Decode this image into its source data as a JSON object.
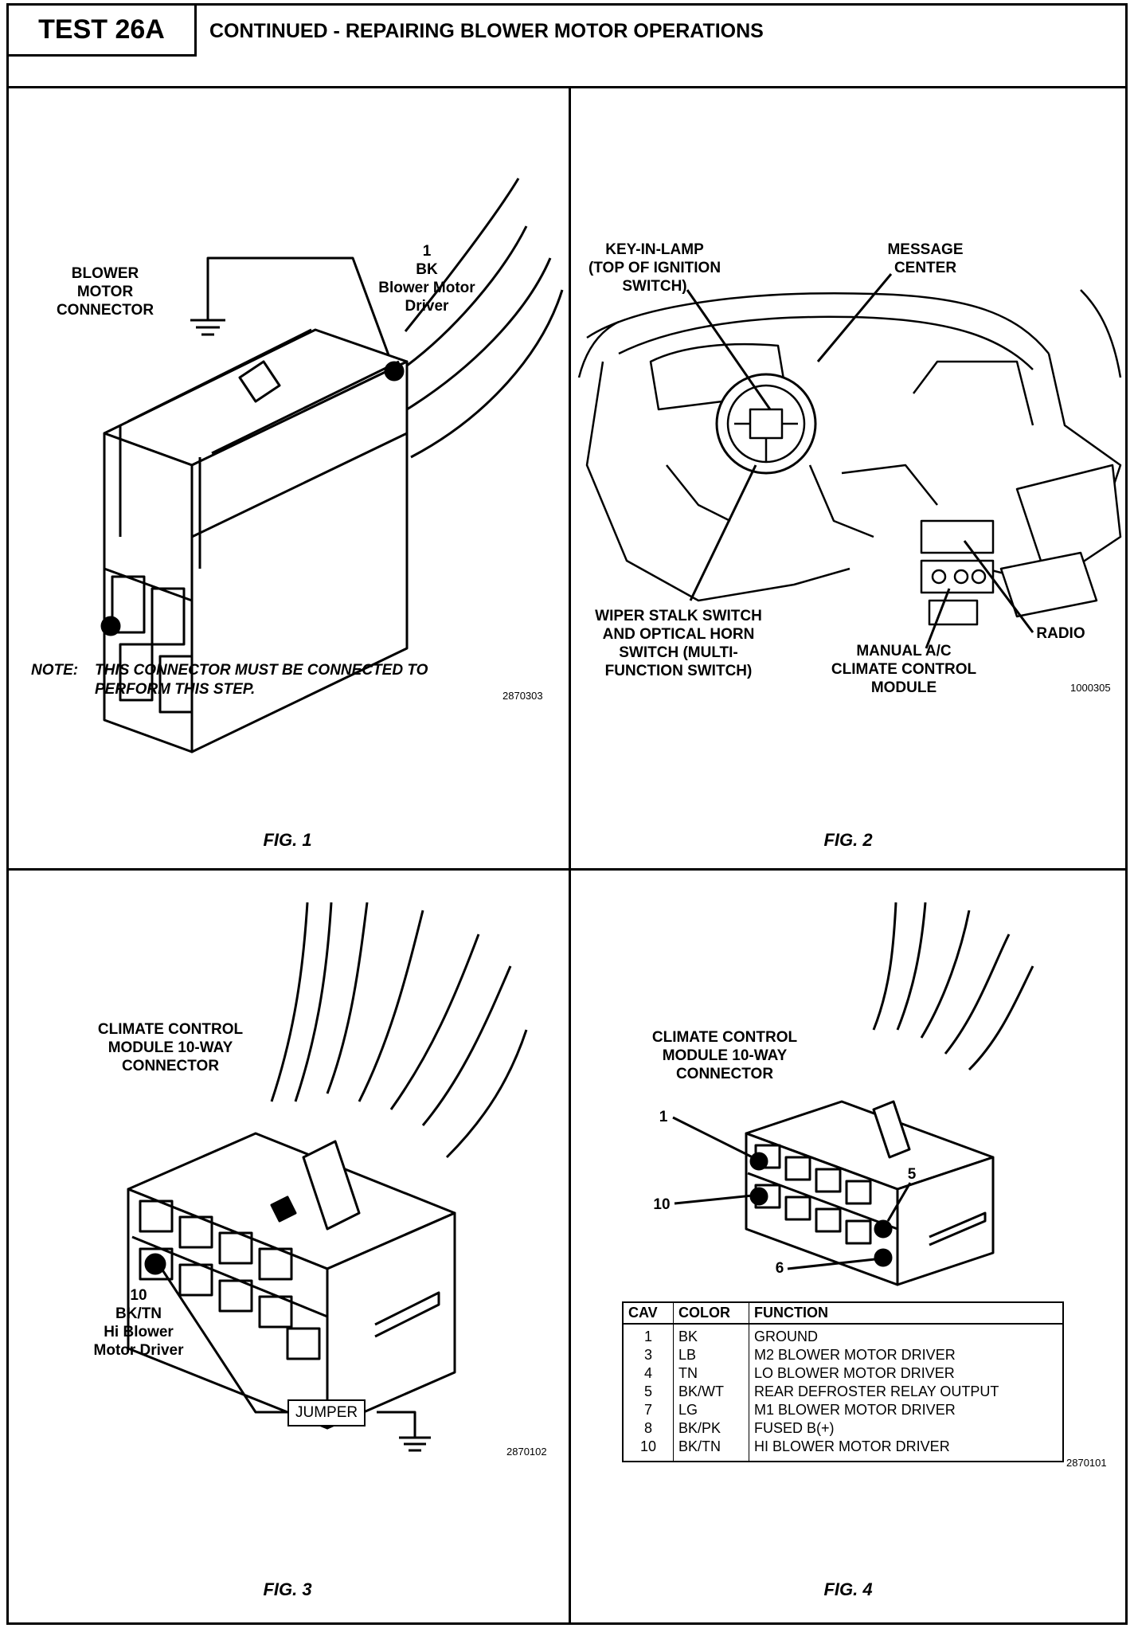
{
  "header": {
    "test_id": "TEST 26A",
    "title": "CONTINUED - REPAIRING BLOWER MOTOR OPERATIONS"
  },
  "fig1": {
    "connector_label": [
      "BLOWER",
      "MOTOR",
      "CONNECTOR"
    ],
    "pin_label": [
      "1",
      "BK",
      "Blower Motor",
      "Driver"
    ],
    "note_label": "NOTE:",
    "note_lines": [
      "THIS CONNECTOR MUST BE CONNECTED TO",
      "PERFORM THIS STEP."
    ],
    "image_id": "2870303",
    "caption": "FIG. 1"
  },
  "fig2": {
    "key_in_lamp": [
      "KEY-IN-LAMP",
      "(TOP OF IGNITION",
      "SWITCH)"
    ],
    "message_center": [
      "MESSAGE",
      "CENTER"
    ],
    "wiper_switch": [
      "WIPER STALK SWITCH",
      "AND OPTICAL HORN",
      "SWITCH (MULTI-",
      "FUNCTION SWITCH)"
    ],
    "radio": "RADIO",
    "climate_module": [
      "MANUAL A/C",
      "CLIMATE CONTROL",
      "MODULE"
    ],
    "image_id": "1000305",
    "caption": "FIG. 2"
  },
  "fig3": {
    "connector_label": [
      "CLIMATE CONTROL",
      "MODULE 10-WAY",
      "CONNECTOR"
    ],
    "pin_label": [
      "10",
      "BK/TN",
      "Hi Blower",
      "Motor Driver"
    ],
    "jumper": "JUMPER",
    "image_id": "2870102",
    "caption": "FIG. 3"
  },
  "fig4": {
    "connector_label": [
      "CLIMATE CONTROL",
      "MODULE 10-WAY",
      "CONNECTOR"
    ],
    "pin_callouts": [
      "1",
      "10",
      "5",
      "6"
    ],
    "table": {
      "headers": [
        "CAV",
        "COLOR",
        "FUNCTION"
      ],
      "rows": [
        [
          "1",
          "BK",
          "GROUND"
        ],
        [
          "3",
          "LB",
          "M2 BLOWER MOTOR DRIVER"
        ],
        [
          "4",
          "TN",
          "LO BLOWER MOTOR DRIVER"
        ],
        [
          "5",
          "BK/WT",
          "REAR DEFROSTER RELAY OUTPUT"
        ],
        [
          "7",
          "LG",
          "M1 BLOWER MOTOR DRIVER"
        ],
        [
          "8",
          "BK/PK",
          "FUSED B(+)"
        ],
        [
          "10",
          "BK/TN",
          "HI BLOWER MOTOR DRIVER"
        ]
      ]
    },
    "image_id": "2870101",
    "caption": "FIG. 4"
  }
}
